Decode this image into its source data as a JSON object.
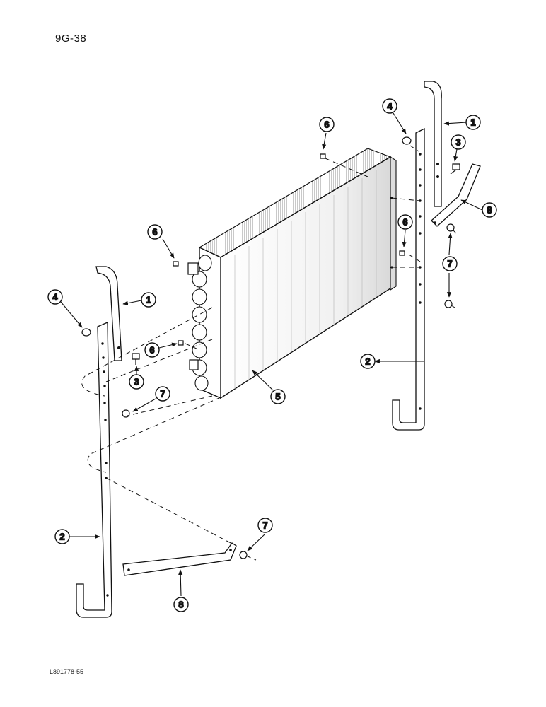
{
  "page_label": "9G-38",
  "figure_code": "L891778-55",
  "callouts": {
    "c1_right": "1",
    "c1_left": "1",
    "c2_right": "2",
    "c2_left": "2",
    "c3_right": "3",
    "c3_left": "3",
    "c4_right": "4",
    "c4_left": "4",
    "c5": "5",
    "c6_top": "6",
    "c6_left": "6",
    "c6_right": "6",
    "c6_mid": "6",
    "c7_right": "7",
    "c7_mid": "7",
    "c7_bottom": "7",
    "c8_right": "8",
    "c8_bottom": "8"
  }
}
